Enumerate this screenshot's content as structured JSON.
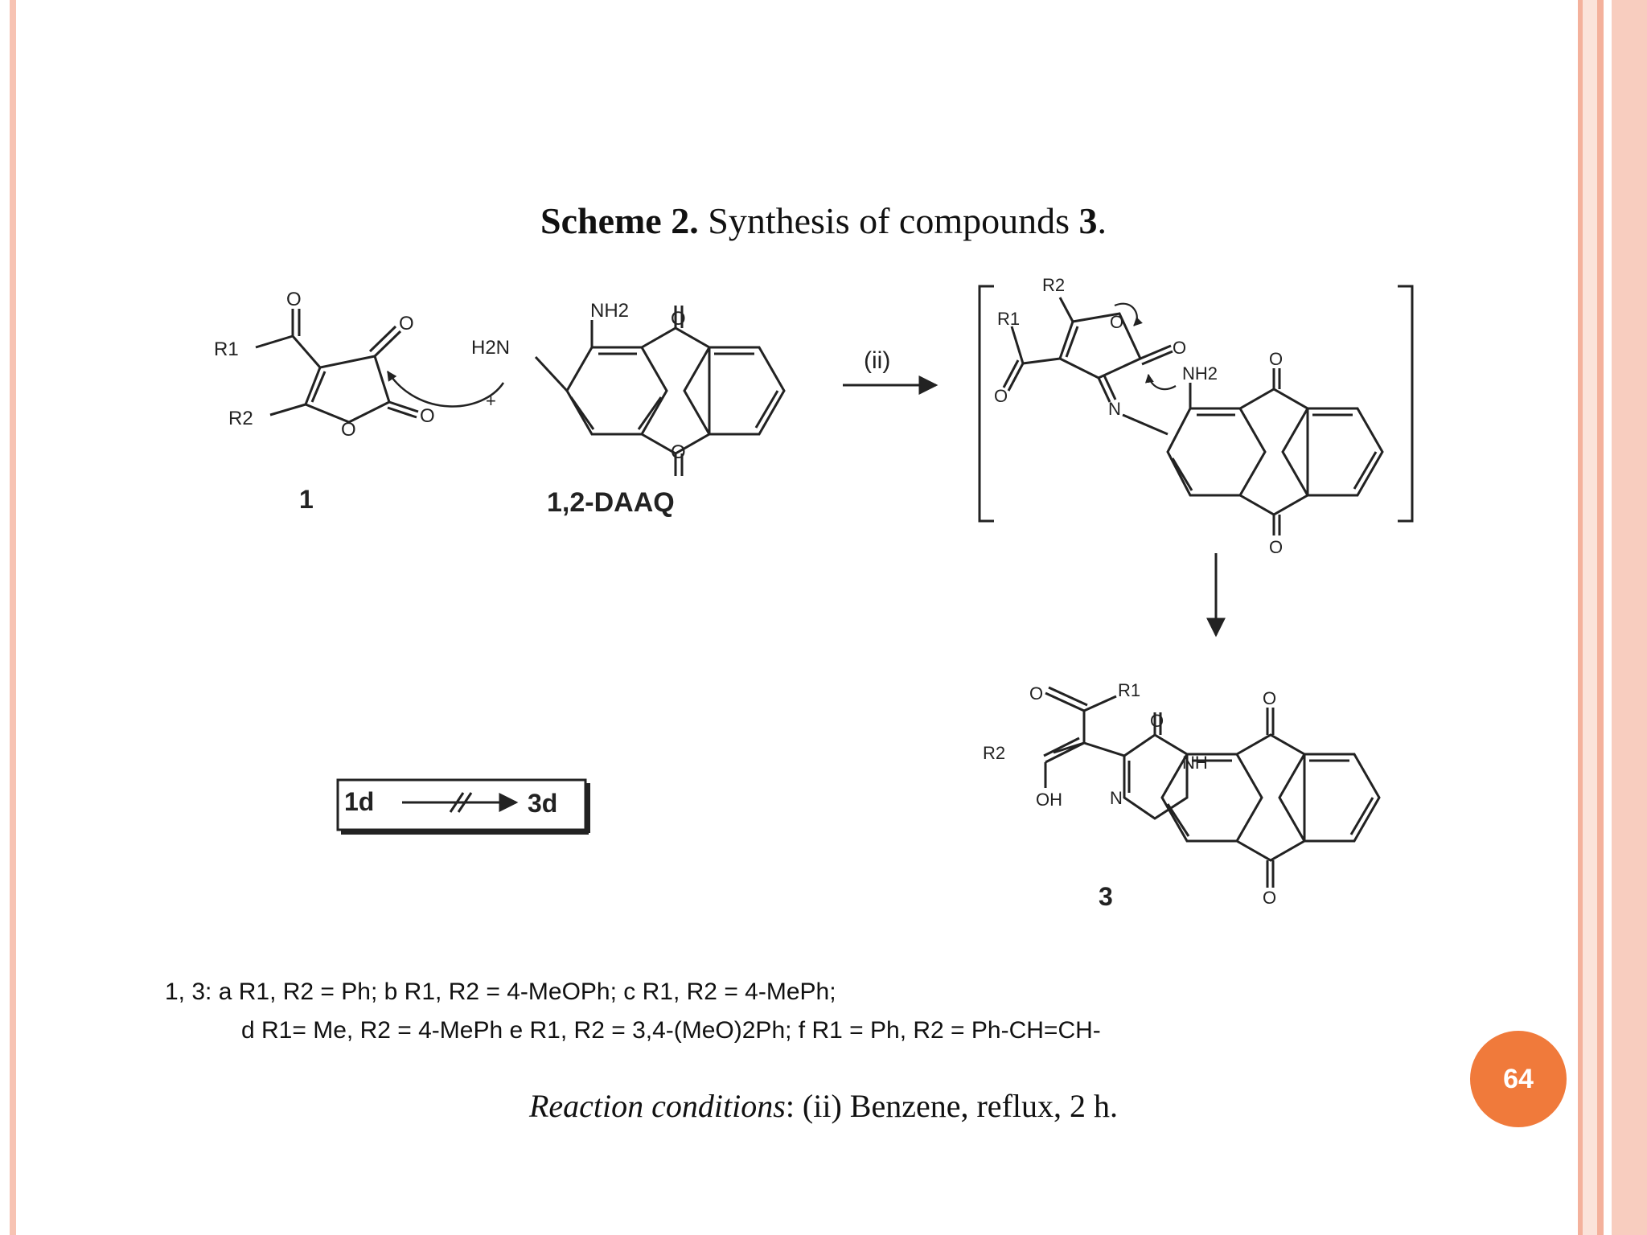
{
  "slide": {
    "page_number": "64",
    "accent_color": "#f07a3b",
    "frame_color": "#f4b19c"
  },
  "scheme": {
    "title_bold": "Scheme 2.",
    "title_text": " Synthesis of compounds ",
    "title_compound": "3",
    "title_end": ".",
    "label_compound_1": "1",
    "label_daaq": "1,2-DAAQ",
    "label_compound_3": "3",
    "reagent_step": "(ii)",
    "plus_sign": "+",
    "inset_from": "1d",
    "inset_to": "3d"
  },
  "atoms": {
    "R1": "R1",
    "R2": "R2",
    "O": "O",
    "N": "N",
    "NH": "NH",
    "NH2": "NH2",
    "H2N": "H2N",
    "OH": "OH"
  },
  "substituents": {
    "line1": "1, 3: a R1, R2 = Ph; b R1, R2 = 4-MeOPh; c R1, R2 = 4-MePh;",
    "line2": "d R1= Me, R2 = 4-MePh e R1, R2 = 3,4-(MeO)2Ph; f R1 = Ph, R2 = Ph-CH=CH-"
  },
  "conditions": {
    "label": "Reaction conditions",
    "text": ": (ii) Benzene, reflux, 2 h."
  }
}
